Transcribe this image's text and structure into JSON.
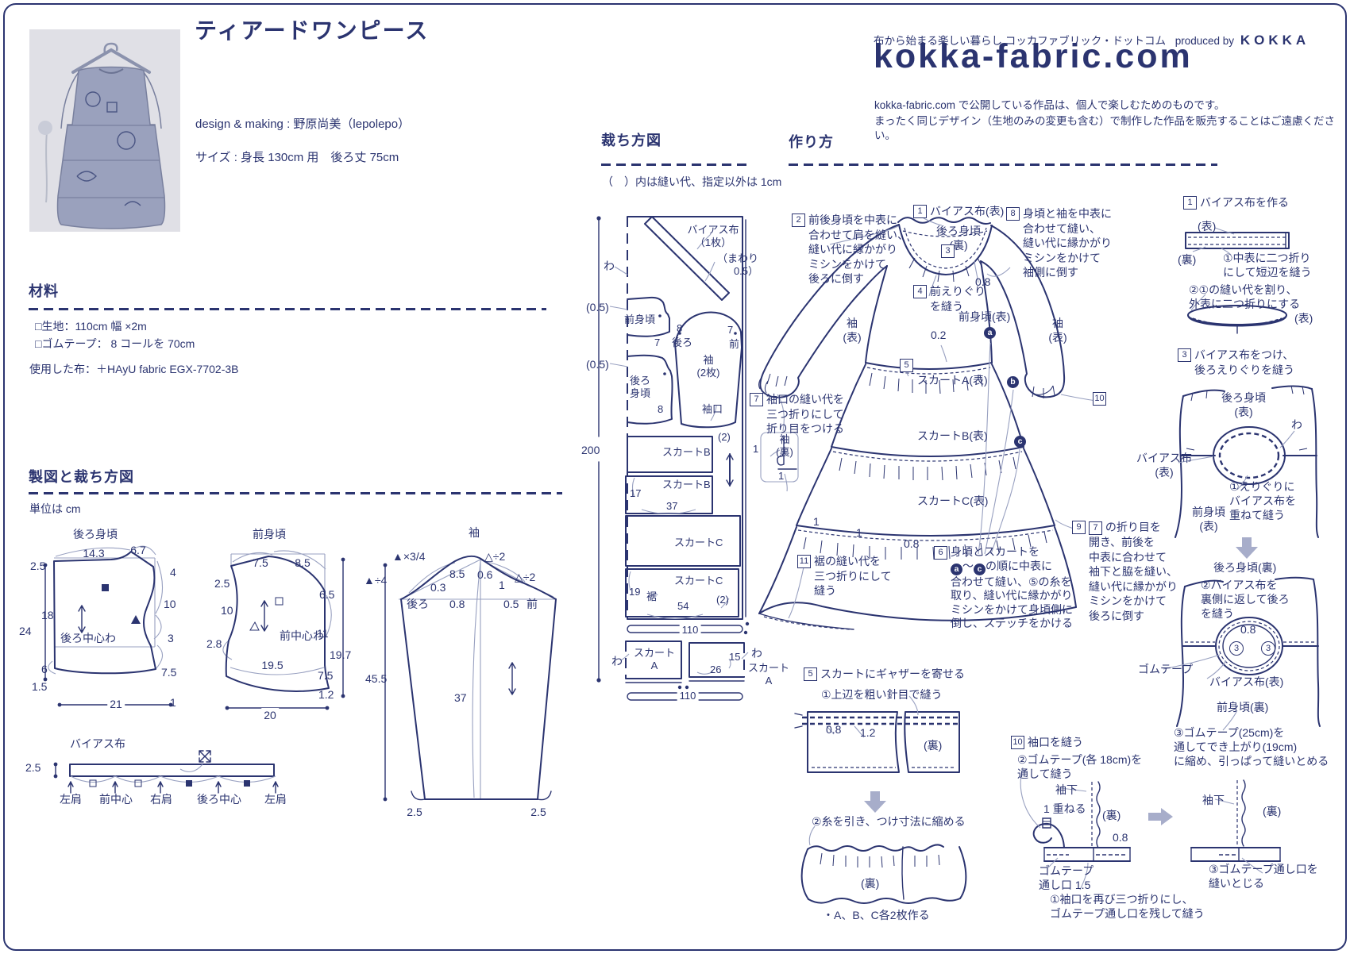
{
  "header": {
    "title": "ティアードワンピース",
    "credit": "design & making : 野原尚美（lepolepo）",
    "size": "サイズ : 身長 130cm 用　後ろ丈 75cm"
  },
  "brand": {
    "tagline": "布から始まる楽しい暮らし コッカファブリック・ドットコム",
    "produced": "produced by",
    "kokka": "KOKKA",
    "logo": "kokka-fabric.com",
    "disclaimer1": "kokka-fabric.com で公開している作品は、個人で楽しむためのものです。",
    "disclaimer2": "まったく同じデザイン（生地のみの変更も含む）で制作した作品を販売することはご遠慮ください。"
  },
  "materials": {
    "heading": "材料",
    "item1": "□生地：110cm 幅 ×2m",
    "item2": "□ゴムテープ： 8 コールを 70cm",
    "fabric_used": "使用した布：＋HAyU fabric EGX-7702-3B"
  },
  "drafting": {
    "heading": "製図と裁ち方図",
    "unit": "単位は cm",
    "back": {
      "title": "後ろ身頃",
      "d143": "14.3",
      "d67": "6.7",
      "d25": "2.5",
      "d4": "4",
      "d10": "10",
      "d18": "18",
      "d24": "24",
      "d3": "3",
      "center": "後ろ中心わ",
      "d6": "6",
      "d15": "1.5",
      "d75": "7.5",
      "d21": "21",
      "d1": "1"
    },
    "front": {
      "title": "前身頃",
      "d75a": "7.5",
      "d85": "8.5",
      "d25": "2.5",
      "d65": "6.5",
      "d10": "10",
      "d28": "2.8",
      "center": "前中心わ",
      "d11": "11",
      "d195": "19.5",
      "d197": "19.7",
      "d75b": "7.5",
      "d12": "1.2",
      "d20": "20"
    },
    "sleeve": {
      "title": "袖",
      "f1": "▲×3/4",
      "f2": "△÷2",
      "f3": "▲÷4",
      "f4": "△÷2",
      "d85": "8.5",
      "d06": "0.6",
      "d03": "0.3",
      "d1": "1",
      "d08": "0.8",
      "d05": "0.5",
      "back": "後ろ",
      "front": "前",
      "d455": "45.5",
      "d37": "37",
      "d25a": "2.5",
      "d25b": "2.5"
    },
    "bias": {
      "title": "バイアス布",
      "d25": "2.5",
      "p1": "左肩",
      "p2": "前中心",
      "p3": "右肩",
      "p4": "後ろ中心",
      "p5": "左肩"
    }
  },
  "cutting": {
    "heading": "裁ち方図",
    "note": "（　）内は縫い代、指定以外は 1cm",
    "bias": "バイアス布\n（1枚）",
    "mawari": "（まわり\n0.5）",
    "wa": "わ",
    "wa2": "わ",
    "wa3": "わ",
    "s05a": "(0.5)",
    "s05b": "(0.5)",
    "front": "前身頃",
    "n7a": "7",
    "n8a": "8",
    "back_s": "後ろ",
    "front_s": "前",
    "n7b": "7",
    "sleeve": "袖\n(2枚)",
    "back": "後ろ\n身頃",
    "n8b": "8",
    "cuff": "袖口",
    "p2a": "(2)",
    "skirtB": "スカートB",
    "skirtB2": "スカートB",
    "d17": "17",
    "d37": "37",
    "skirtC": "スカートC",
    "skirtC2": "スカートC",
    "d19": "19",
    "hem": "裾",
    "d54": "54",
    "p2b": "(2)",
    "d200": "200",
    "d110a": "110",
    "d110b": "110",
    "skirtA": "スカート\nA",
    "skirtA2": "スカート\nA",
    "d15": "15",
    "d26": "26"
  },
  "howto": {
    "heading": "作り方",
    "s1top": {
      "n": "1",
      "t": "バイアス布(表)"
    },
    "back_ura": "後ろ身頃\n(裏)",
    "n3": "3",
    "d08a": "0.8",
    "s4": {
      "n": "4",
      "t": "前えりぐり\nを縫う"
    },
    "s2": {
      "n": "2",
      "t": "前後身頃を中表に\n合わせて肩を縫い、\n縫い代に縁かがり\nミシンをかけて\n後ろに倒す"
    },
    "s8": {
      "n": "8",
      "t": "身頃と袖を中表に\n合わせて縫い、\n縫い代に縁かがり\nミシンをかけて\n袖側に倒す"
    },
    "sleeve_l": "袖\n(表)",
    "sleeve_r": "袖\n(表)",
    "front_omote": "前身頃(表)",
    "d02": "0.2",
    "dots": {
      "a": "a",
      "b": "b",
      "c": "c"
    },
    "n5": "5",
    "skirtA": "スカートA(表)",
    "skirtB": "スカートB(表)",
    "skirtC": "スカートC(表)",
    "s7": {
      "n": "7",
      "t": "袖口の縫い代を\n三つ折りにして\n折り目をつける"
    },
    "cuff": {
      "sode": "袖\n(裏)",
      "d1a": "1",
      "d1b": "1"
    },
    "hem": {
      "d1a": "1",
      "d1b": "1",
      "d08": "0.8"
    },
    "s11": {
      "n": "11",
      "t": "裾の縫い代を\n三つ折りにして\n縫う"
    },
    "s6": {
      "n": "6",
      "l1": "身頃とスカートを",
      "l2mid": "〜",
      "l2end": "の順に中表に",
      "rest": "合わせて縫い、⑤の糸を\n取り、縫い代に縁かがり\nミシンをかけて身頃側に\n倒し、ステッチをかける"
    },
    "s9": {
      "n": "9",
      "n2": "7",
      "l1": "の折り目を",
      "rest": "開き、前後を\n中表に合わせて\n袖下と脇を縫い、\n縫い代に縁かがり\nミシンをかけて\n後ろに倒す"
    },
    "n10": "10",
    "r1": {
      "n": "1",
      "title": "バイアス布を作る",
      "omote": "(表)",
      "ura": "(裏)",
      "sub1": "①中表に二つ折り\nにして短辺を縫う",
      "sub2": "②①の縫い代を割り、\n外表に二つ折りにする",
      "omote2": "(表)"
    },
    "r3": {
      "n": "3",
      "title": "バイアス布をつけ、\n後ろえりぐりを縫う",
      "back": "後ろ身頃\n(表)",
      "wa": "わ",
      "bias": "バイアス布\n(表)",
      "sub1": "①えりぐりに\nバイアス布を\n重ねて縫う",
      "front": "前身頃\n(表)"
    },
    "r3b": {
      "back": "後ろ身頃(裏)",
      "sub2": "②バイアス布を\n裏側に返して後ろ\nを縫う",
      "d08": "0.8",
      "c3a": "3",
      "c3b": "3",
      "gom": "ゴムテープ",
      "bias": "バイアス布(表)",
      "front": "前身頃(裏)",
      "sub3": "③ゴムテープ(25cm)を\n通してでき上がり(19cm)\nに縮め、引っぱって縫いとめる"
    },
    "s5": {
      "n": "5",
      "title": "スカートにギャザーを寄せる",
      "sub1": "①上辺を粗い針目で縫う",
      "d08": "0.8",
      "d12": "1.2",
      "ura": "(裏)",
      "sub2": "②糸を引き、つけ寸法に縮める",
      "ura2": "(裏)",
      "note": "・A、B、C各2枚作る"
    },
    "s10": {
      "n": "10",
      "title": "袖口を縫う",
      "sub2": "②ゴムテープ(各 18cm)を\n通して縫う",
      "sodeshita": "袖下",
      "kasaneru": "1 重ねる",
      "ura": "(裏)",
      "d08": "0.8",
      "guchi": "ゴムテープ\n通し口 1.5",
      "sub1": "①袖口を再び三つ折りにし、\nゴムテープ通し口を残して縫う",
      "sodeshita2": "袖下",
      "ura2": "(裏)",
      "sub3": "③ゴムテープ通し口を\n縫いとじる"
    }
  }
}
